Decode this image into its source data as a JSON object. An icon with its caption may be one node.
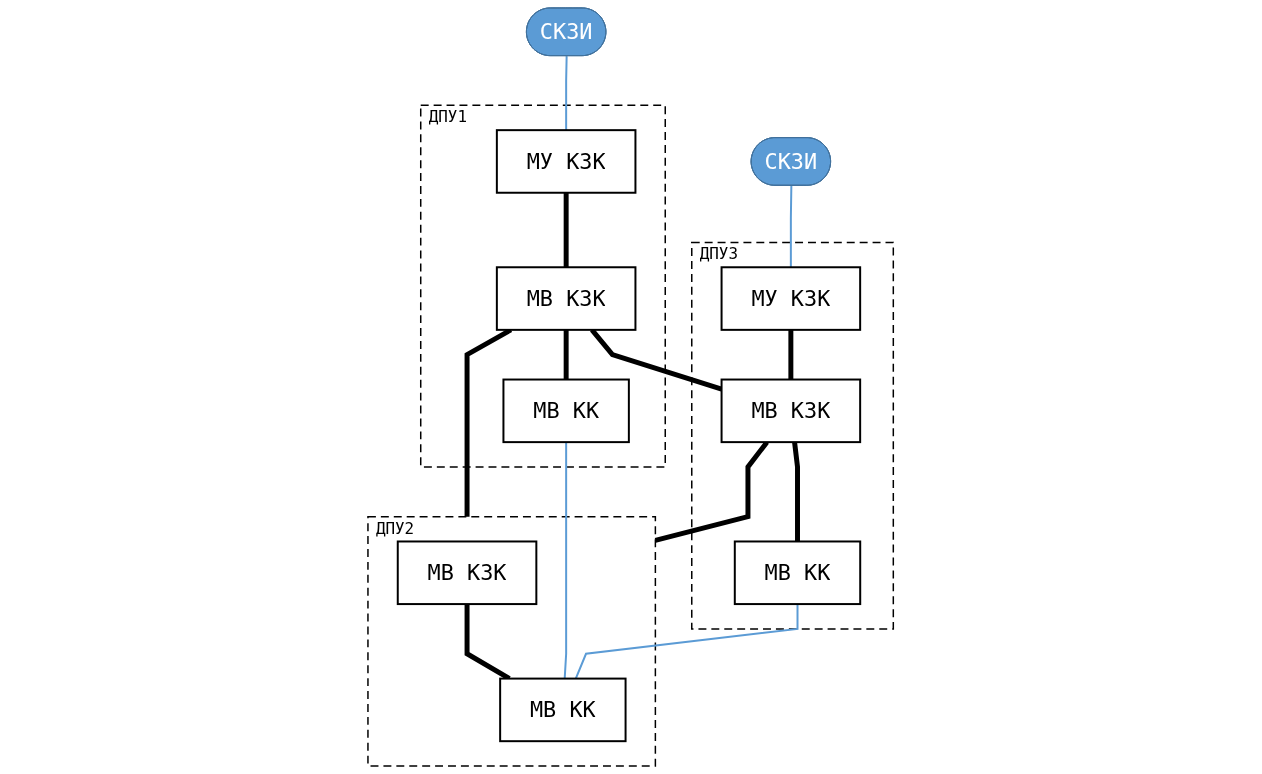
{
  "diagram": {
    "nodes": [
      {
        "text": [
          "СКЗИ"
        ]
      },
      {
        "text": [
          "СКЗИ"
        ]
      },
      {
        "text": [
          "ДПУ1"
        ]
      },
      {
        "text": [
          "МУ КЗК"
        ],
        "in": 2
      },
      {
        "text": [
          "МВ КЗК"
        ],
        "in": 2
      },
      {
        "text": [
          "МВ КК"
        ],
        "in": 2
      },
      {
        "text": [
          "ДПУ3"
        ]
      },
      {
        "text": [
          "МУ КЗК"
        ],
        "in": 6
      },
      {
        "text": [
          "МВ КЗК"
        ],
        "in": 6
      },
      {
        "text": [
          "МВ КК"
        ],
        "in": 6
      },
      {
        "text": [
          "ДПУ2"
        ]
      },
      {
        "text": [
          "МВ КЗК"
        ],
        "in": 10
      },
      {
        "text": [
          "МВ КК"
        ],
        "in": 10
      }
    ],
    "edges": [
      {
        "from": 0,
        "to": 3,
        "arrow": "none",
        "color": "#5b9bd5"
      },
      {
        "from": 1,
        "to": 7,
        "arrow": "none",
        "color": "#5b9bd5"
      },
      {
        "from": 3,
        "to": 4,
        "arrow": "none"
      },
      {
        "from": 4,
        "to": 5,
        "arrow": "none"
      },
      {
        "from": 7,
        "to": 8,
        "arrow": "none"
      },
      {
        "from": 8,
        "to": 9,
        "arrow": "none"
      },
      {
        "from": 11,
        "to": 12,
        "arrow": "none"
      },
      {
        "from": 4,
        "to": 8,
        "arrow": "none"
      },
      {
        "from": 4,
        "to": 10,
        "arrow": "none"
      },
      {
        "from": 8,
        "to": 10,
        "arrow": "none"
      },
      {
        "from": 5,
        "to": 12,
        "arrow": "none",
        "color": "#5b9bd5"
      },
      {
        "from": 9,
        "to": 12,
        "arrow": "none",
        "color": "#5b9bd5"
      }
    ]
  }
}
